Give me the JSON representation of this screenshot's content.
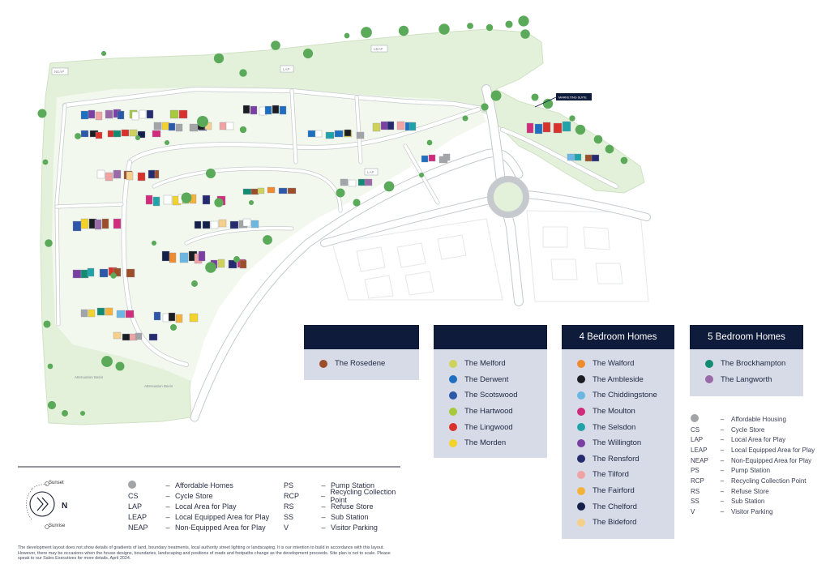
{
  "map_labels": {
    "neap_top": "NEAP",
    "leap": "LEAP",
    "lap_top": "LAP",
    "lap_mid": "LAP",
    "marketing_suite": "MARKETING SUITE",
    "attenuation_basin_left": "Attenuation Basin",
    "attenuation_basin_right": "Attenuation Basin"
  },
  "legend_boxes": [
    {
      "heading": "",
      "items": [
        {
          "name": "The Rosedene",
          "color": "#9c4e2a"
        }
      ]
    },
    {
      "heading": "",
      "items": [
        {
          "name": "The Melford",
          "color": "#cfd25a"
        },
        {
          "name": "The Derwent",
          "color": "#1f6fc1"
        },
        {
          "name": "The Scotswood",
          "color": "#2b58a8"
        },
        {
          "name": "The Hartwood",
          "color": "#a8c93c"
        },
        {
          "name": "The Lingwood",
          "color": "#d9312c"
        },
        {
          "name": "The Morden",
          "color": "#f3d32a"
        }
      ]
    },
    {
      "heading": "4 Bedroom Homes",
      "items": [
        {
          "name": "The Walford",
          "color": "#f08a2e"
        },
        {
          "name": "The Ambleside",
          "color": "#1b1d22"
        },
        {
          "name": "The Chiddingstone",
          "color": "#6bb6e3"
        },
        {
          "name": "The Moulton",
          "color": "#d02b7c"
        },
        {
          "name": "The Selsdon",
          "color": "#1fa3a8"
        },
        {
          "name": "The Willington",
          "color": "#7b3fa3"
        },
        {
          "name": "The Rensford",
          "color": "#262a6e"
        },
        {
          "name": "The Tilford",
          "color": "#f1a3a3"
        },
        {
          "name": "The Fairford",
          "color": "#f5b23a"
        },
        {
          "name": "The Chelford",
          "color": "#14204a"
        },
        {
          "name": "The Bideford",
          "color": "#f6d08a"
        }
      ]
    },
    {
      "heading": "5 Bedroom Homes",
      "items": [
        {
          "name": "The Brockhampton",
          "color": "#138a72"
        },
        {
          "name": "The Langworth",
          "color": "#9a6aa8"
        }
      ]
    }
  ],
  "right_abbreviations": [
    {
      "code": "",
      "desc": "Affordable Housing",
      "dot": true
    },
    {
      "code": "CS",
      "desc": "Cycle Store"
    },
    {
      "code": "LAP",
      "desc": "Local Area for Play"
    },
    {
      "code": "LEAP",
      "desc": "Local Equipped Area for Play"
    },
    {
      "code": "NEAP",
      "desc": "Non-Equipped Area for Play"
    },
    {
      "code": "PS",
      "desc": "Pump Station"
    },
    {
      "code": "RCP",
      "desc": "Recycling Collection Point"
    },
    {
      "code": "RS",
      "desc": "Refuse Store"
    },
    {
      "code": "SS",
      "desc": "Sub Station"
    },
    {
      "code": "V",
      "desc": "Visitor Parking"
    }
  ],
  "bottom_abbreviations_left": [
    {
      "code": "",
      "desc": "Affordable Homes",
      "dot": true
    },
    {
      "code": "CS",
      "desc": "Cycle Store"
    },
    {
      "code": "LAP",
      "desc": "Local Area for Play"
    },
    {
      "code": "LEAP",
      "desc": "Local Equipped Area for Play"
    },
    {
      "code": "NEAP",
      "desc": "Non-Equipped Area for Play"
    }
  ],
  "bottom_abbreviations_right": [
    {
      "code": "PS",
      "desc": "Pump Station"
    },
    {
      "code": "RCP",
      "desc": "Recycling Collection Point"
    },
    {
      "code": "RS",
      "desc": "Refuse Store"
    },
    {
      "code": "SS",
      "desc": "Sub Station"
    },
    {
      "code": "V",
      "desc": "Visitor Parking"
    }
  ],
  "compass": {
    "sunset": "Sunset",
    "sunrise": "Sunrise",
    "north": "N",
    "icon": "compass-chevron-icon"
  },
  "disclaimer": "The development layout does not show details of gradients of land, boundary treatments, local authority street lighting or landscaping. It is our intention to build in accordance with this layout. However, there may be occasions when the house designs, boundaries, landscaping and positions of roads and footpaths change as the development proceeds. Site plan is not to scale. Please speak to our Sales Executives for more details. April 2024.",
  "colors": {
    "green_space": "#e3f1da",
    "tree": "#5aaa5a",
    "road": "#ffffff",
    "road_edge": "#bfc3c9",
    "plot_ground": "#f2f7ee",
    "navy": "#0f1b3a",
    "legend_bg": "#d6dbe7",
    "affordable_grey": "#a2a4a8"
  }
}
